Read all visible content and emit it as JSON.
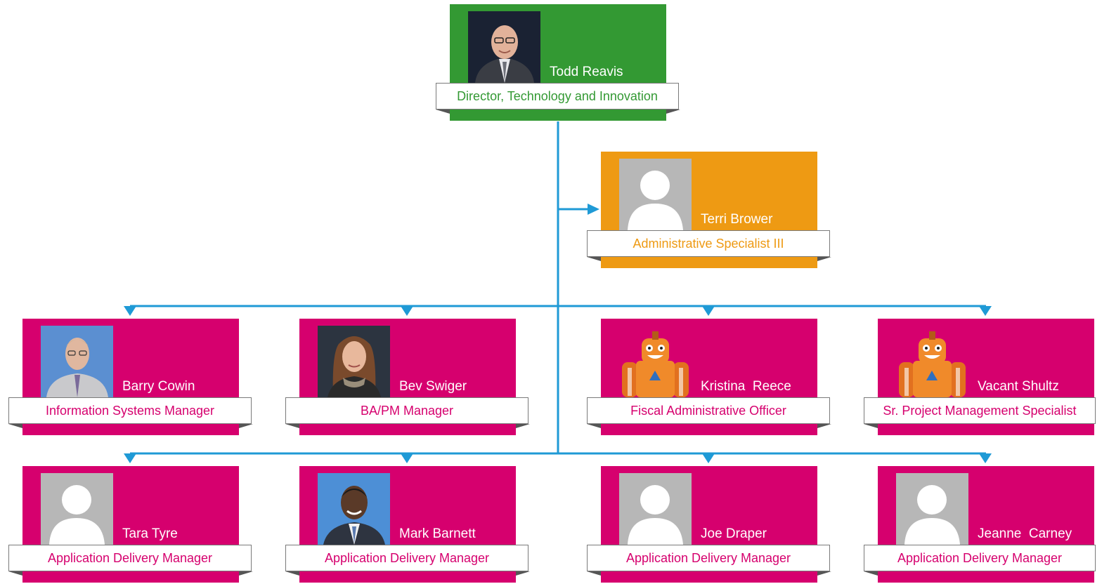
{
  "colors": {
    "director": "#339933",
    "assistant": "#ee9a13",
    "staff": "#d6006e",
    "connector": "#1f9ad6"
  },
  "root": {
    "name": "Todd Reavis",
    "title": "Director, Technology and Innovation",
    "photo": "photo-todd-reavis"
  },
  "assistant": {
    "name": "Terri Brower",
    "title": "Administrative Specialist III",
    "photo": "placeholder-avatar"
  },
  "row1": [
    {
      "name": "Barry Cowin",
      "title": "Information Systems Manager",
      "photo": "photo-barry-cowin"
    },
    {
      "name": "Bev Swiger",
      "title": "BA/PM Manager",
      "photo": "photo-bev-swiger"
    },
    {
      "name": "Kristina  Reece",
      "title": "Fiscal Administrative Officer",
      "photo": "robot-mascot"
    },
    {
      "name": "Vacant Shultz",
      "title": "Sr. Project Management Specialist",
      "photo": "robot-mascot"
    }
  ],
  "row2": [
    {
      "name": "Tara Tyre",
      "title": "Application Delivery Manager",
      "photo": "placeholder-avatar"
    },
    {
      "name": "Mark Barnett",
      "title": "Application Delivery Manager",
      "photo": "photo-mark-barnett"
    },
    {
      "name": "Joe Draper",
      "title": "Application Delivery Manager",
      "photo": "placeholder-avatar"
    },
    {
      "name": "Jeanne  Carney",
      "title": "Application Delivery Manager",
      "photo": "placeholder-avatar"
    }
  ]
}
